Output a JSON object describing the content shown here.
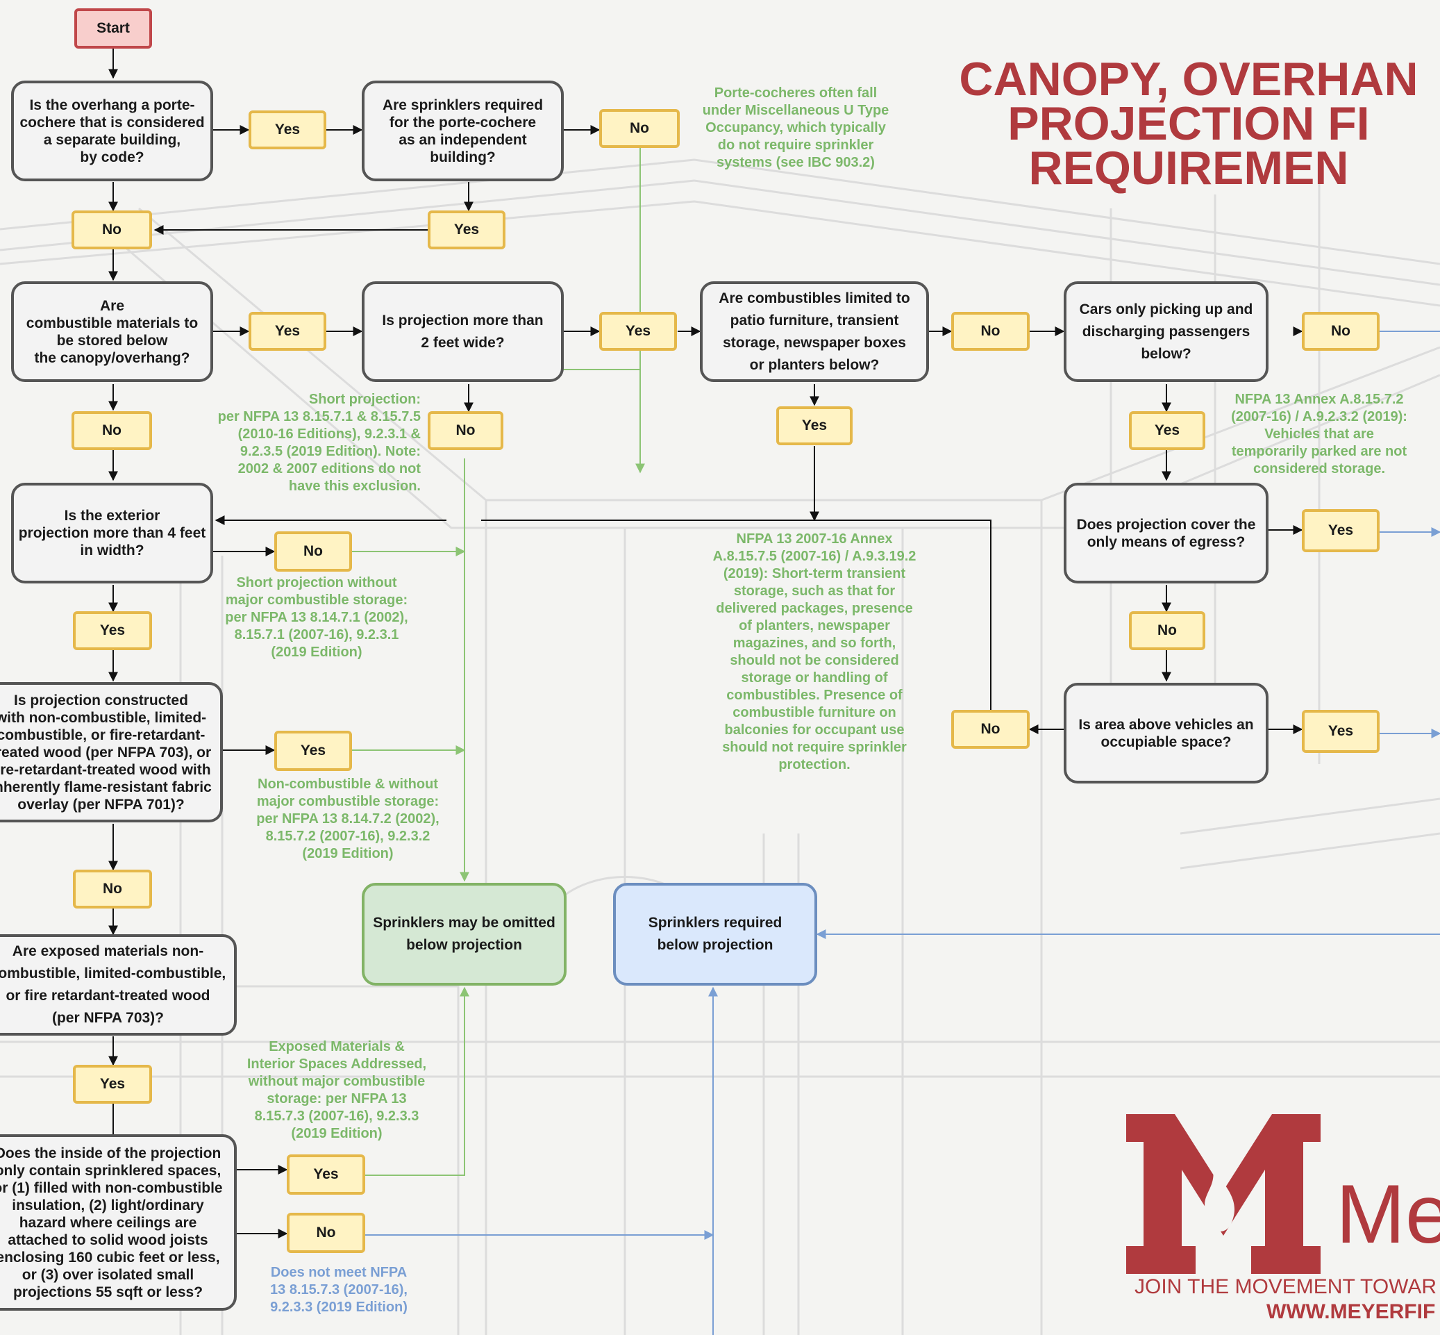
{
  "title": "CANOPY, OVERHAN\nPROJECTION FI\nREQUIREMEN",
  "brand": {
    "logo_text": "Me",
    "tagline": "JOIN THE MOVEMENT TOWAR",
    "website": "WWW.MEYERFIF",
    "color": "#b03a3e"
  },
  "colors": {
    "decision_border": "#555555",
    "answer_fill": "#fff3c4",
    "answer_border": "#e5b84a",
    "green_line": "#8cc474",
    "blue_line": "#7a9fd4"
  },
  "flow": {
    "start": "Start",
    "q1": "Is the overhang a porte-\ncochere that is considered\na separate building,\nby code?",
    "q1_yes": "Yes",
    "q1b": "Are sprinklers required\nfor the porte-cochere\nas an independent\nbuilding?",
    "q1b_no": "No",
    "q1b_yes": "Yes",
    "q1_no": "No",
    "q2": "Are\ncombustible materials to\nbe stored below\nthe canopy/overhang?",
    "q2_yes": "Yes",
    "q2_no": "No",
    "q3": "Is projection more than\n2 feet wide?",
    "q3_yes": "Yes",
    "q3_no": "No",
    "q4": "Are combustibles limited to\npatio furniture, transient\nstorage, newspaper boxes\nor planters below?",
    "q4_no": "No",
    "q4_yes": "Yes",
    "q5": "Cars only picking up and\ndischarging passengers\nbelow?",
    "q5_no": "No",
    "q5_yes": "Yes",
    "q6": "Does projection cover the\nonly means of egress?",
    "q6_yes": "Yes",
    "q6_no": "No",
    "q7": "Is area above vehicles an\noccupiable space?",
    "q7_yes": "Yes",
    "q7_no": "No",
    "q8": "Is the exterior\nprojection more than 4 feet\nin width?",
    "q8_no": "No",
    "q8_yes": "Yes",
    "q9": "Is projection constructed\nwith non-combustible, limited-\ncombustible, or fire-retardant-\ntreated wood (per NFPA 703), or\nfire-retardant-treated wood with\ninherently flame-resistant fabric\noverlay (per NFPA 701)?",
    "q9_yes": "Yes",
    "q9_no": "No",
    "q10": "Are exposed materials non-\ncombustible, limited-combustible,\nor fire retardant-treated wood\n(per NFPA 703)?",
    "q10_yes": "Yes",
    "q11": "Does the inside of the projection\nonly contain sprinklered spaces,\nor (1) filled with non-combustible\ninsulation, (2) light/ordinary\nhazard where ceilings are\nattached to solid wood joists\nenclosing 160 cubic feet or less,\nor (3) over isolated small\nprojections 55 sqft or less?",
    "q11_yes": "Yes",
    "q11_no": "No",
    "omit": "Sprinklers may be omitted\nbelow projection",
    "required": "Sprinklers required\nbelow projection"
  },
  "notes": {
    "porte": "Porte-cocheres often fall\nunder Miscellaneous U Type\nOccupancy, which typically\ndo not require sprinkler\nsystems (see IBC 903.2)",
    "short": "Short projection:\nper NFPA 13 8.15.7.1 & 8.15.7.5\n(2010-16 Editions), 9.2.3.1 &\n9.2.3.5 (2019 Edition). Note:\n2002 & 2007 editions do not\nhave this exclusion.",
    "short_no_storage": "Short projection without\nmajor combustible storage:\nper NFPA 13 8.14.7.1 (2002),\n8.15.7.1 (2007-16), 9.2.3.1\n(2019 Edition)",
    "noncomb": "Non-combustible & without\nmajor combustible storage:\nper NFPA 13 8.14.7.2 (2002),\n8.15.7.2 (2007-16), 9.2.3.2\n(2019 Edition)",
    "exposed": "Exposed Materials &\nInterior Spaces Addressed,\nwithout major combustible\nstorage: per NFPA 13\n8.15.7.3 (2007-16), 9.2.3.3\n(2019 Edition)",
    "does_not_meet": "Does not meet NFPA\n13 8.15.7.3 (2007-16),\n9.2.3.3 (2019 Edition)",
    "transient": "NFPA 13 2007-16 Annex\nA.8.15.7.5 (2007-16) / A.9.3.19.2\n(2019): Short-term transient\nstorage, such as that for\ndelivered packages, presence\nof planters, newspaper\nmagazines, and so forth,\nshould not be considered\nstorage or handling of\ncombustibles. Presence of\ncombustible furniture on\nbalconies for occupant use\nshould not require sprinkler\nprotection.",
    "vehicles": "NFPA 13 Annex A.8.15.7.2\n(2007-16) / A.9.2.3.2 (2019):\nVehicles that are\ntemporarily parked are not\nconsidered storage."
  }
}
